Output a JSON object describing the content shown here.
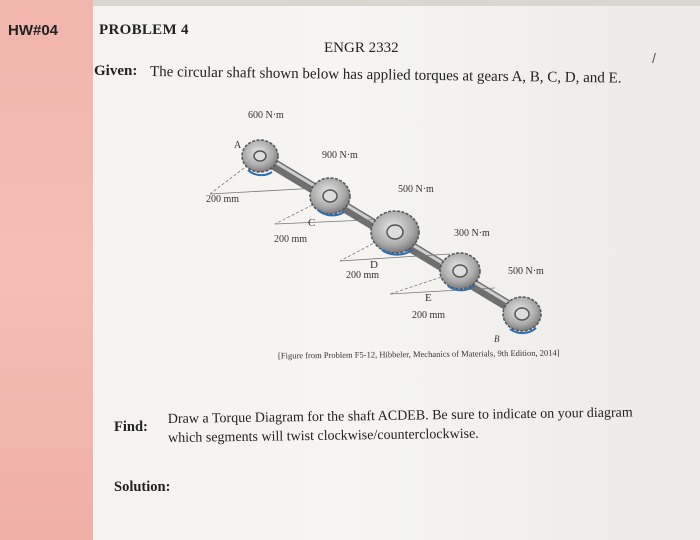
{
  "header": {
    "hw": "HW#04",
    "problem": "PROBLEM 4",
    "course": "ENGR 2332",
    "mark": "/"
  },
  "given": {
    "label": "Given:",
    "text": "The circular shaft shown below has applied torques at gears A, B, C, D, and E."
  },
  "figure": {
    "torques": [
      "600 N·m",
      "900 N·m",
      "500 N·m",
      "300 N·m",
      "500 N·m"
    ],
    "dims": [
      "200 mm",
      "200 mm",
      "200 mm",
      "200 mm"
    ],
    "gears": [
      "A",
      "C",
      "D",
      "E",
      "B"
    ],
    "caption": "[Figure from Problem F5-12, Hibbeler, Mechanics of Materials, 9th Edition, 2014]"
  },
  "find": {
    "label": "Find:",
    "text": "Draw a Torque Diagram for the shaft ACDEB. Be sure to indicate on your diagram which segments will twist clockwise/counterclockwise."
  },
  "solution": {
    "label": "Solution:"
  }
}
